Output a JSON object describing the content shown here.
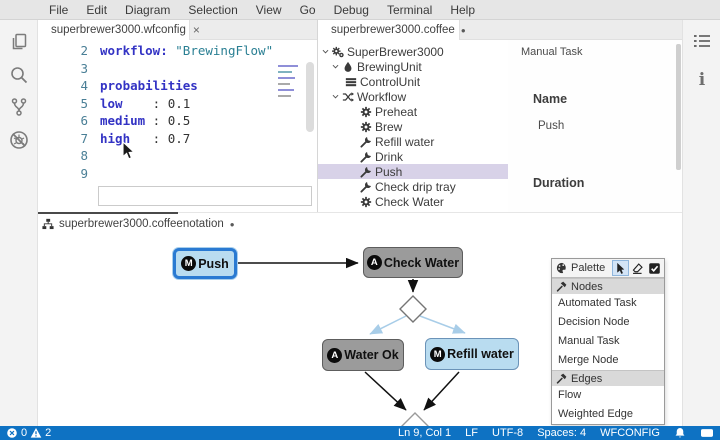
{
  "menubar": {
    "items": [
      "File",
      "Edit",
      "Diagram",
      "Selection",
      "View",
      "Go",
      "Debug",
      "Terminal",
      "Help"
    ]
  },
  "activity_bar": {
    "icons": [
      "files-icon",
      "search-icon",
      "source-control-icon",
      "debug-disabled-icon"
    ]
  },
  "right_bar": {
    "icons": [
      "outline-icon",
      "info-icon"
    ]
  },
  "wfconfig_editor": {
    "tab": {
      "title": "superbrewer3000.wfconfig",
      "close": "×"
    },
    "lines": [
      {
        "num": "2",
        "key": "workflow: ",
        "str": "\"BrewingFlow\""
      },
      {
        "num": "3"
      },
      {
        "num": "4",
        "key": "probabilities"
      },
      {
        "num": "5",
        "key": "low",
        "sep": "    : ",
        "val": "0.1"
      },
      {
        "num": "6",
        "key": "medium",
        "sep": " : ",
        "val": "0.5"
      },
      {
        "num": "7",
        "key": "high",
        "sep": "   : ",
        "val": "0.7"
      },
      {
        "num": "8"
      },
      {
        "num": "9"
      }
    ]
  },
  "tree_editor": {
    "tab": {
      "title": "superbrewer3000.coffee",
      "dirty": "●"
    },
    "nodes": [
      {
        "label": "SuperBrewer3000",
        "icon": "gears-icon"
      },
      {
        "label": "BrewingUnit",
        "icon": "brewing-unit-icon"
      },
      {
        "label": "ControlUnit",
        "icon": "control-unit-icon"
      },
      {
        "label": "Workflow",
        "icon": "workflow-icon"
      },
      {
        "label": "Preheat",
        "icon": "gear-icon"
      },
      {
        "label": "Brew",
        "icon": "gear-icon"
      },
      {
        "label": "Refill water",
        "icon": "wrench-icon"
      },
      {
        "label": "Drink",
        "icon": "wrench-icon"
      },
      {
        "label": "Push",
        "icon": "wrench-icon",
        "selected": true
      },
      {
        "label": "Check drip tray",
        "icon": "wrench-icon"
      },
      {
        "label": "Check Water",
        "icon": "gear-icon"
      }
    ]
  },
  "properties": {
    "type_label": "Manual Task",
    "name_label": "Name",
    "name_value": "Push",
    "duration_label": "Duration"
  },
  "diagram": {
    "tab": {
      "title": "superbrewer3000.coffeenotation",
      "dirty": "●"
    },
    "nodes": [
      {
        "badge": "M",
        "label": "Push",
        "type": "manual",
        "selected": true
      },
      {
        "badge": "A",
        "label": "Check Water",
        "type": "automated"
      },
      {
        "badge": "A",
        "label": "Water Ok",
        "type": "automated"
      },
      {
        "badge": "M",
        "label": "Refill water",
        "type": "manual"
      }
    ],
    "palette": {
      "title": "Palette",
      "tools": [
        "pointer-icon",
        "eraser-icon",
        "marquee-icon"
      ],
      "sections": [
        {
          "label": "Nodes",
          "items": [
            "Automated Task",
            "Decision Node",
            "Manual Task",
            "Merge Node"
          ]
        },
        {
          "label": "Edges",
          "items": [
            "Flow",
            "Weighted Edge"
          ]
        }
      ]
    }
  },
  "status_bar": {
    "errors": "0",
    "warnings": "2",
    "items": [
      "Ln 9, Col 1",
      "LF",
      "UTF-8",
      "Spaces: 4",
      "WFCONFIG"
    ]
  },
  "colors": {
    "accent": "#0e72c3",
    "tree_selection": "#d8d2e8",
    "manual_node_fill": "#b9dcf0",
    "manual_node_border": "#2a7ad2",
    "automated_node_fill": "#9b9b9b",
    "flow_edge": "#a8cde8"
  }
}
